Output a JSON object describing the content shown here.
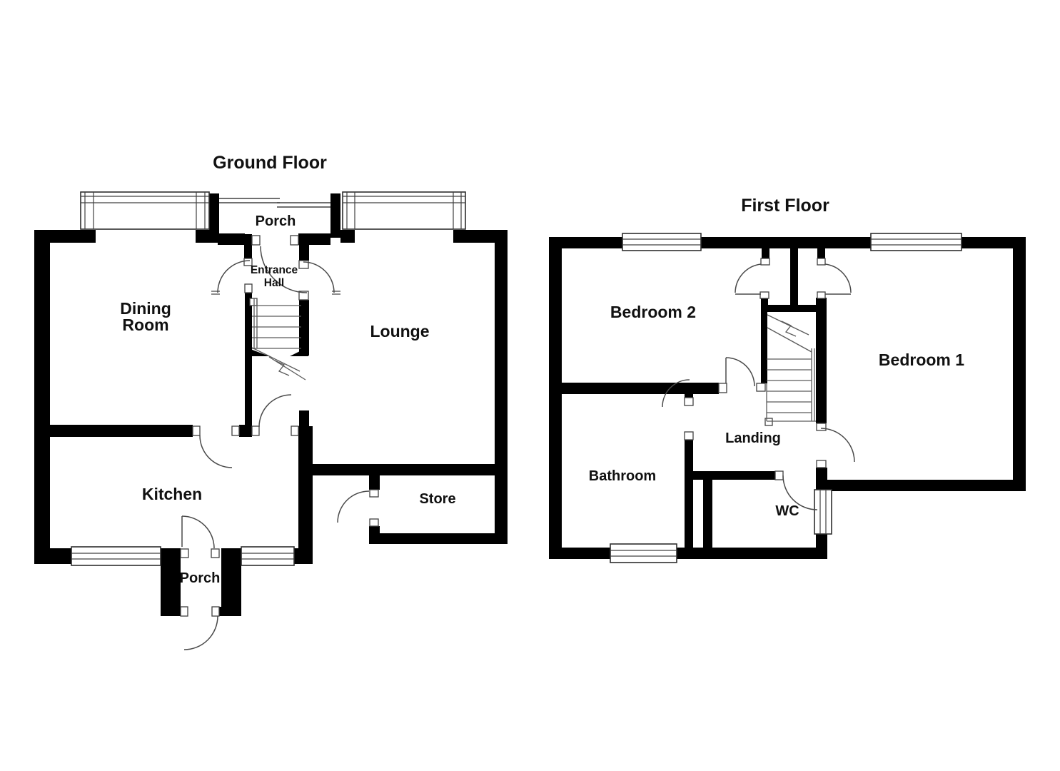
{
  "canvas": {
    "background_color": "#ffffff",
    "wall_color": "#000000",
    "line_color": "#404040",
    "text_color": "#111111"
  },
  "ground_floor": {
    "title": "Ground Floor",
    "rooms": {
      "porch_top": {
        "label": "Porch"
      },
      "entrance_hall": {
        "line1": "Entrance",
        "line2": "Hall"
      },
      "dining_room": {
        "line1": "Dining",
        "line2": "Room"
      },
      "lounge": {
        "label": "Lounge"
      },
      "kitchen": {
        "label": "Kitchen"
      },
      "store": {
        "label": "Store"
      },
      "porch_bottom": {
        "label": "Porch"
      }
    }
  },
  "first_floor": {
    "title": "First Floor",
    "rooms": {
      "bedroom_2": {
        "label": "Bedroom 2"
      },
      "bedroom_1": {
        "label": "Bedroom 1"
      },
      "bathroom": {
        "label": "Bathroom"
      },
      "landing": {
        "label": "Landing"
      },
      "wc": {
        "label": "WC"
      }
    }
  }
}
